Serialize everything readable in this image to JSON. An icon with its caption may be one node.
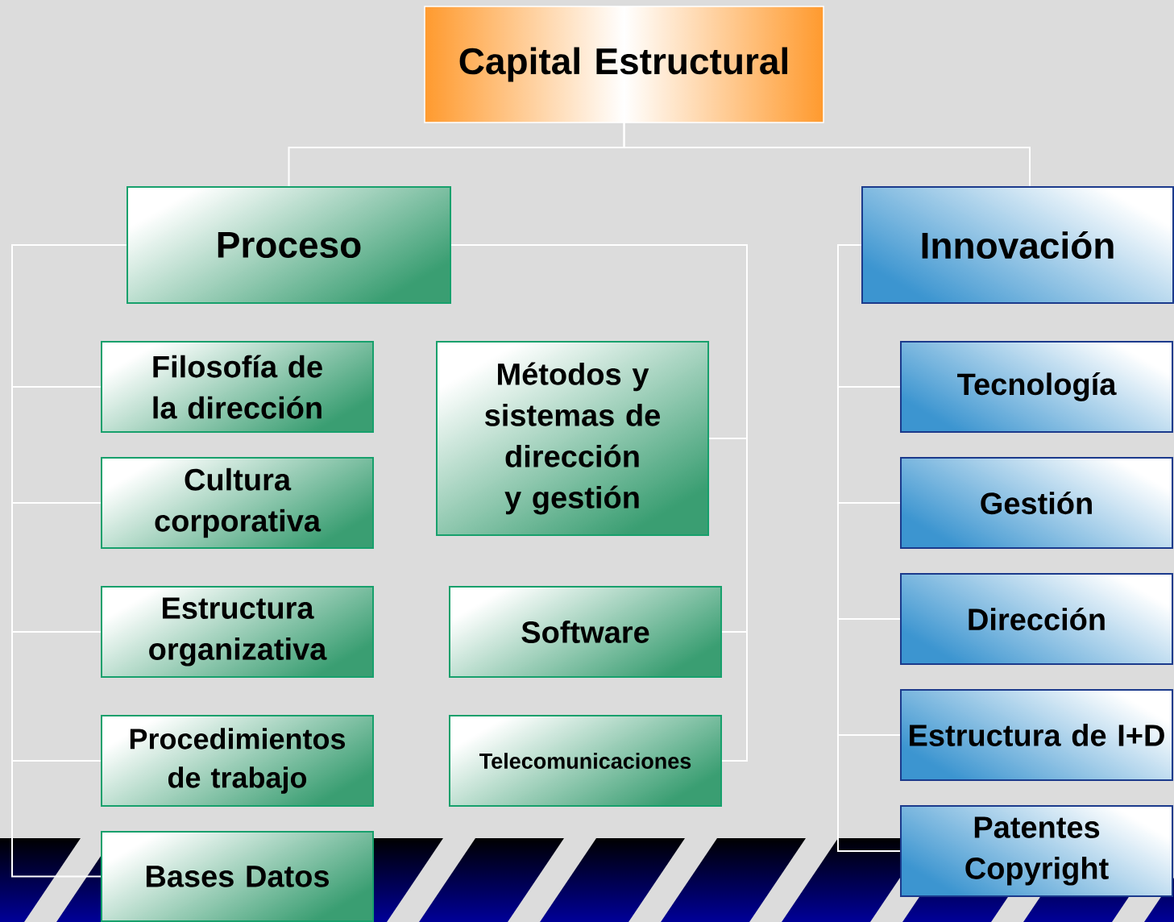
{
  "diagram": {
    "nodes": [
      {
        "text": [
          "Capital Estructural"
        ]
      },
      {
        "text": [
          "Proceso"
        ]
      },
      {
        "text": [
          "Innovación"
        ]
      },
      {
        "text": [
          "Filosofía de la dirección"
        ]
      },
      {
        "text": [
          "Cultura corporativa"
        ]
      },
      {
        "text": [
          "Estructura organizativa"
        ]
      },
      {
        "text": [
          "Procedimientos de trabajo"
        ]
      },
      {
        "text": [
          "Bases Datos"
        ]
      },
      {
        "text": [
          "Métodos y sistemas de dirección y gestión"
        ]
      },
      {
        "text": [
          "Software"
        ]
      },
      {
        "text": [
          "Telecomunicaciones"
        ]
      },
      {
        "text": [
          "Tecnología"
        ]
      },
      {
        "text": [
          "Gestión"
        ]
      },
      {
        "text": [
          "Dirección"
        ]
      },
      {
        "text": [
          "Estructura de I+D"
        ]
      },
      {
        "text": [
          "Patentes Copyright"
        ]
      }
    ],
    "edges": [
      {
        "from": 0,
        "to": 1,
        "arrow": "none"
      },
      {
        "from": 0,
        "to": 2,
        "arrow": "none"
      },
      {
        "from": 1,
        "to": 3,
        "arrow": "none"
      },
      {
        "from": 1,
        "to": 4,
        "arrow": "none"
      },
      {
        "from": 1,
        "to": 5,
        "arrow": "none"
      },
      {
        "from": 1,
        "to": 6,
        "arrow": "none"
      },
      {
        "from": 1,
        "to": 7,
        "arrow": "none"
      },
      {
        "from": 1,
        "to": 8,
        "arrow": "none"
      },
      {
        "from": 1,
        "to": 9,
        "arrow": "none"
      },
      {
        "from": 1,
        "to": 10,
        "arrow": "none"
      },
      {
        "from": 2,
        "to": 11,
        "arrow": "none"
      },
      {
        "from": 2,
        "to": 12,
        "arrow": "none"
      },
      {
        "from": 2,
        "to": 13,
        "arrow": "none"
      },
      {
        "from": 2,
        "to": 14,
        "arrow": "none"
      },
      {
        "from": 2,
        "to": 15,
        "arrow": "none"
      }
    ]
  }
}
